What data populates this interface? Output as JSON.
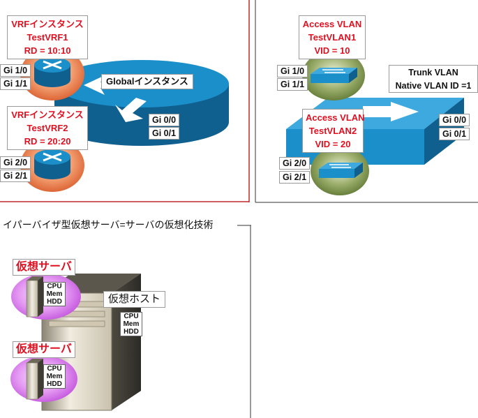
{
  "vrf_panel": {
    "vrf1": {
      "line1": "VRFインスタンス",
      "line2": "TestVRF1",
      "line3": "RD = 10:10"
    },
    "vrf2": {
      "line1": "VRFインスタンス",
      "line2": "TestVRF2",
      "line3": "RD = 20:20"
    },
    "global_label": "Globalインスタンス",
    "vrf1_ports": [
      "Gi 1/0",
      "Gi 1/1"
    ],
    "vrf2_ports": [
      "Gi 2/0",
      "Gi 2/1"
    ],
    "global_ports": [
      "Gi 0/0",
      "Gi 0/1"
    ]
  },
  "vlan_panel": {
    "vlan1": {
      "line1": "Access VLAN",
      "line2": "TestVLAN1",
      "line3": "VID = 10"
    },
    "vlan2": {
      "line1": "Access VLAN",
      "line2": "TestVLAN2",
      "line3": "VID = 20"
    },
    "trunk": {
      "line1": "Trunk VLAN",
      "line2": "Native VLAN ID =1"
    },
    "vlan1_ports": [
      "Gi 1/0",
      "Gi 1/1"
    ],
    "vlan2_ports": [
      "Gi 2/0",
      "Gi 2/1"
    ],
    "trunk_ports": [
      "Gi 0/0",
      "Gi 0/1"
    ]
  },
  "hypervisor_panel": {
    "title": "イパーバイザ型仮想サーバ=サーバの仮想化技術",
    "vm_label": "仮想サーバ",
    "host_label": "仮想ホスト",
    "resources": [
      "CPU",
      "Mem",
      "HDD"
    ]
  },
  "colors": {
    "router_blue": "#1b8fc9",
    "router_dark": "#0f5f8f",
    "vrf_orange": "#e9794a",
    "vlan_green": "#6f8a3e",
    "vm_purple": "#cf66e6",
    "label_red": "#e01020",
    "panel_red_border": "#c0282d"
  }
}
